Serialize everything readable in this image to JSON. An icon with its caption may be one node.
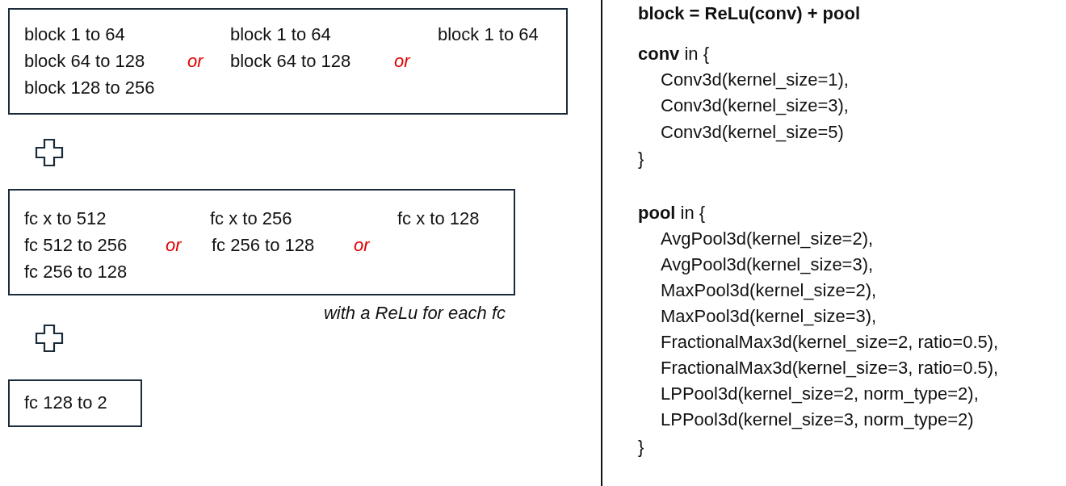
{
  "diagram": {
    "nodes": [
      {
        "text": [
          "block 1 to 64",
          "block 64 to 128",
          "block 128 to 256",
          "or",
          "block 1 to 64",
          "block 64 to 128",
          "or",
          "block 1 to 64"
        ]
      },
      {
        "text": [
          "fc x to 512",
          "fc 512 to 256",
          "fc 256 to 128",
          "or",
          "fc x to 256",
          "fc 256 to 128",
          "or",
          "fc x to 128"
        ],
        "beside": [
          "with a ReLu for each fc"
        ]
      },
      {
        "text": [
          "fc 128 to 2"
        ]
      }
    ],
    "edges": [],
    "labels": [
      "block = ReLu(conv) + pool",
      "**conv** in {",
      "Conv3d(kernel_size=1),",
      "Conv3d(kernel_size=3),",
      "Conv3d(kernel_size=5)",
      "}",
      "**pool** in {",
      "AvgPool3d(kernel_size=2),",
      "AvgPool3d(kernel_size=3),",
      "MaxPool3d(kernel_size=2),",
      "MaxPool3d(kernel_size=3),",
      "FractionalMax3d(kernel_size=2, ratio=0.5),",
      "FractionalMax3d(kernel_size=3, ratio=0.5),",
      "LPPool3d(kernel_size=2, norm_type=2),",
      "LPPool3d(kernel_size=3, norm_type=2)",
      "}"
    ]
  }
}
